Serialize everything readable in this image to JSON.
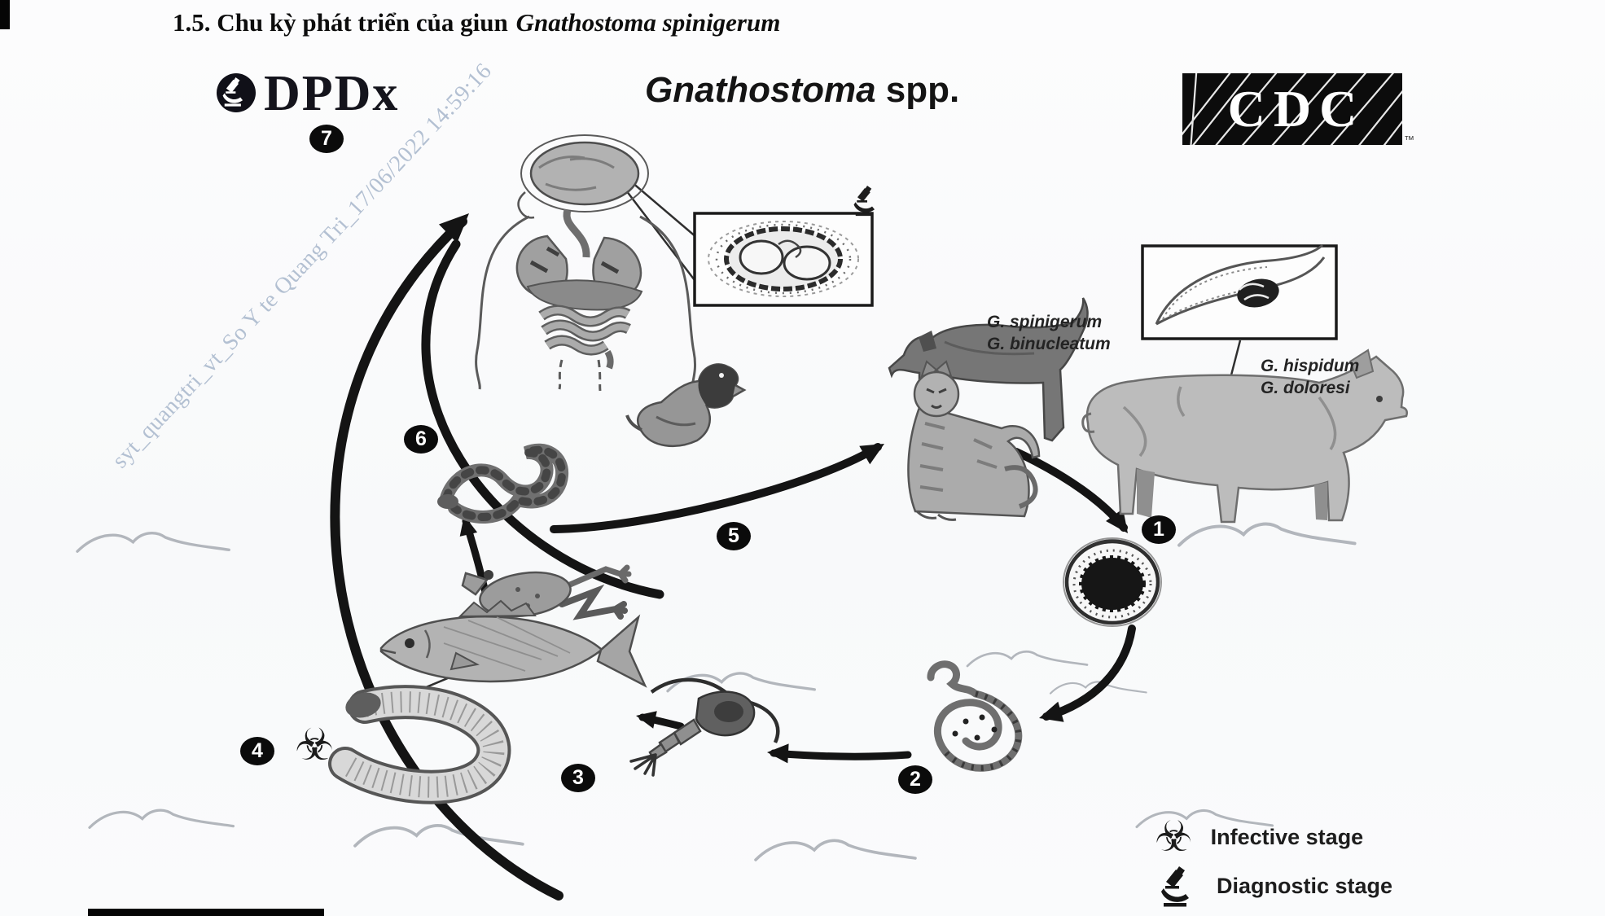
{
  "page": {
    "section_title": "1.5. Chu kỳ phát triển của giun",
    "section_title_species": "Gnathostoma spinigerum",
    "watermark": "syt_quangtri_vt_So Y te Quang Tri_17/06/2022 14:59:16"
  },
  "logos": {
    "dpdx_text": "DPDx",
    "cdc_text": "CDC",
    "cdc_trademark": "™"
  },
  "diagram": {
    "heading_genus": "Gnathostoma",
    "heading_suffix": " spp.",
    "carnivore_species_line1": "G. spinigerum",
    "carnivore_species_line2": "G. binucleatum",
    "pig_species_line1": "G. hispidum",
    "pig_species_line2": "G. doloresi",
    "stage_numbers": [
      "1",
      "2",
      "3",
      "4",
      "5",
      "6",
      "7"
    ]
  },
  "legend": {
    "infective_label": "Infective stage",
    "diagnostic_label": "Diagnostic stage"
  },
  "icons": {
    "biohazard": "☣"
  },
  "colors": {
    "ink": "#151515",
    "watermark": "#b3c0d2",
    "wave": "#b2b6bc"
  }
}
